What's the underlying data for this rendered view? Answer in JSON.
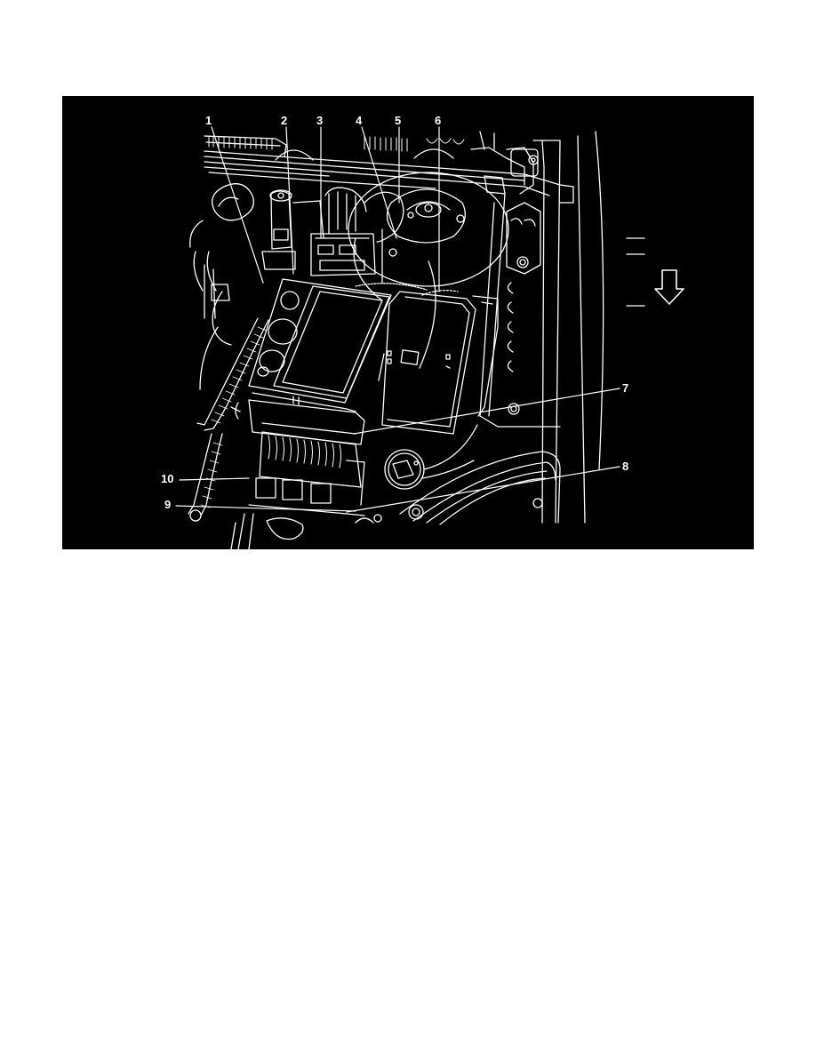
{
  "figure": {
    "background": "#000000",
    "line_color": "#ffffff",
    "subject": "Engine compartment component location illustration (line drawing, white on black)",
    "orientation_arrow": {
      "icon": "down-arrow-icon",
      "direction": "down"
    },
    "callouts": [
      {
        "id": "1",
        "label": "1"
      },
      {
        "id": "2",
        "label": "2"
      },
      {
        "id": "3",
        "label": "3"
      },
      {
        "id": "4",
        "label": "4"
      },
      {
        "id": "5",
        "label": "5"
      },
      {
        "id": "6",
        "label": "6"
      },
      {
        "id": "7",
        "label": "7"
      },
      {
        "id": "8",
        "label": "8"
      },
      {
        "id": "9",
        "label": "9"
      },
      {
        "id": "10",
        "label": "10"
      }
    ]
  }
}
